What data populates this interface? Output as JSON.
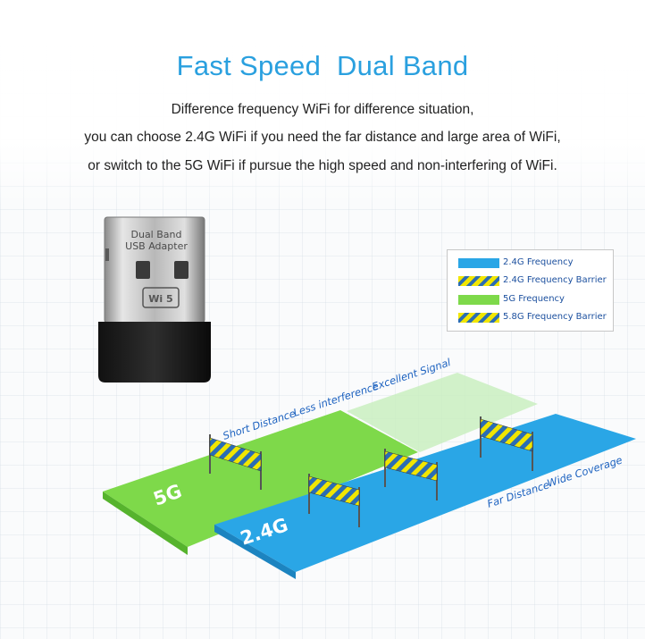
{
  "header": {
    "title": "Fast Speed  Dual Band",
    "lines": [
      "Difference frequency WiFi for difference situation,",
      "you can choose 2.4G WiFi if you need the far distance and large area of WiFi,",
      "or switch to the 5G WiFi if pursue the high speed and non-interfering of WiFi."
    ]
  },
  "legend": {
    "items": [
      {
        "label": "2.4G Frequency",
        "swatch": "blue"
      },
      {
        "label": "2.4G Frequency Barrier",
        "swatch": "hatch"
      },
      {
        "label": "5G Frequency",
        "swatch": "green"
      },
      {
        "label": "5.8G Frequency Barrier",
        "swatch": "hatch"
      }
    ]
  },
  "diagram": {
    "band_5g_label": "5G",
    "band_24g_label": "2.4G",
    "annotations_5g": [
      "Short Distance",
      "Less interference",
      "Excellent Signal"
    ],
    "annotations_24g": [
      "Far Distance",
      "Wide Coverage"
    ]
  },
  "adapter": {
    "body_text_1": "Dual Band",
    "body_text_2": "USB Adapter"
  },
  "colors": {
    "title": "#2aa0df",
    "band_5g": "#7ed94a",
    "band_24g": "#2aa6e6",
    "barrier_yellow": "#f1e600",
    "barrier_blue": "#2b6db4",
    "annotation_text": "#1e63c0"
  }
}
